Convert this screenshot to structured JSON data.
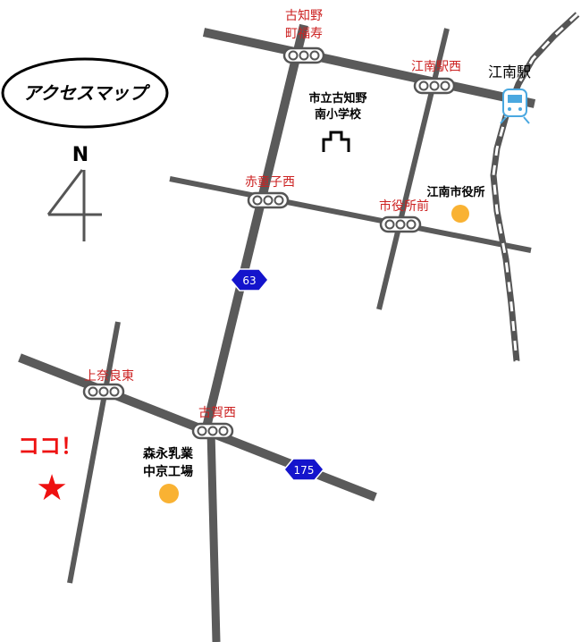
{
  "title": "アクセスマップ",
  "north": {
    "letter": "N",
    "glyph": "4"
  },
  "intersections": [
    {
      "id": "kochino-machifukuju",
      "lines": [
        "古知野",
        "町福寿"
      ]
    },
    {
      "id": "konan-eki-nishi",
      "lines": [
        "江南駅西"
      ]
    },
    {
      "id": "akadoshi-nishi",
      "lines": [
        "赤童子西"
      ]
    },
    {
      "id": "shiyakusho-mae",
      "lines": [
        "市役所前"
      ]
    },
    {
      "id": "kamina-ra-higashi",
      "lines": [
        "上奈良東"
      ]
    },
    {
      "id": "furuga-nishi",
      "lines": [
        "古賀西"
      ]
    }
  ],
  "landmarks": {
    "station": "江南駅",
    "school": [
      "市立古知野",
      "南小学校"
    ],
    "city_hall": "江南市役所",
    "factory": [
      "森永乳業",
      "中京工場"
    ]
  },
  "routes": {
    "route63": "63",
    "route175": "175"
  },
  "marker": {
    "text": "ココ！",
    "symbol": "★"
  },
  "colors": {
    "road": "#5a5a5a",
    "intersection_label": "#cc2222",
    "route_shield": "#1414cc",
    "poi": "#f9b233",
    "marker": "#ee1111",
    "station_icon": "#4aa8e0"
  }
}
